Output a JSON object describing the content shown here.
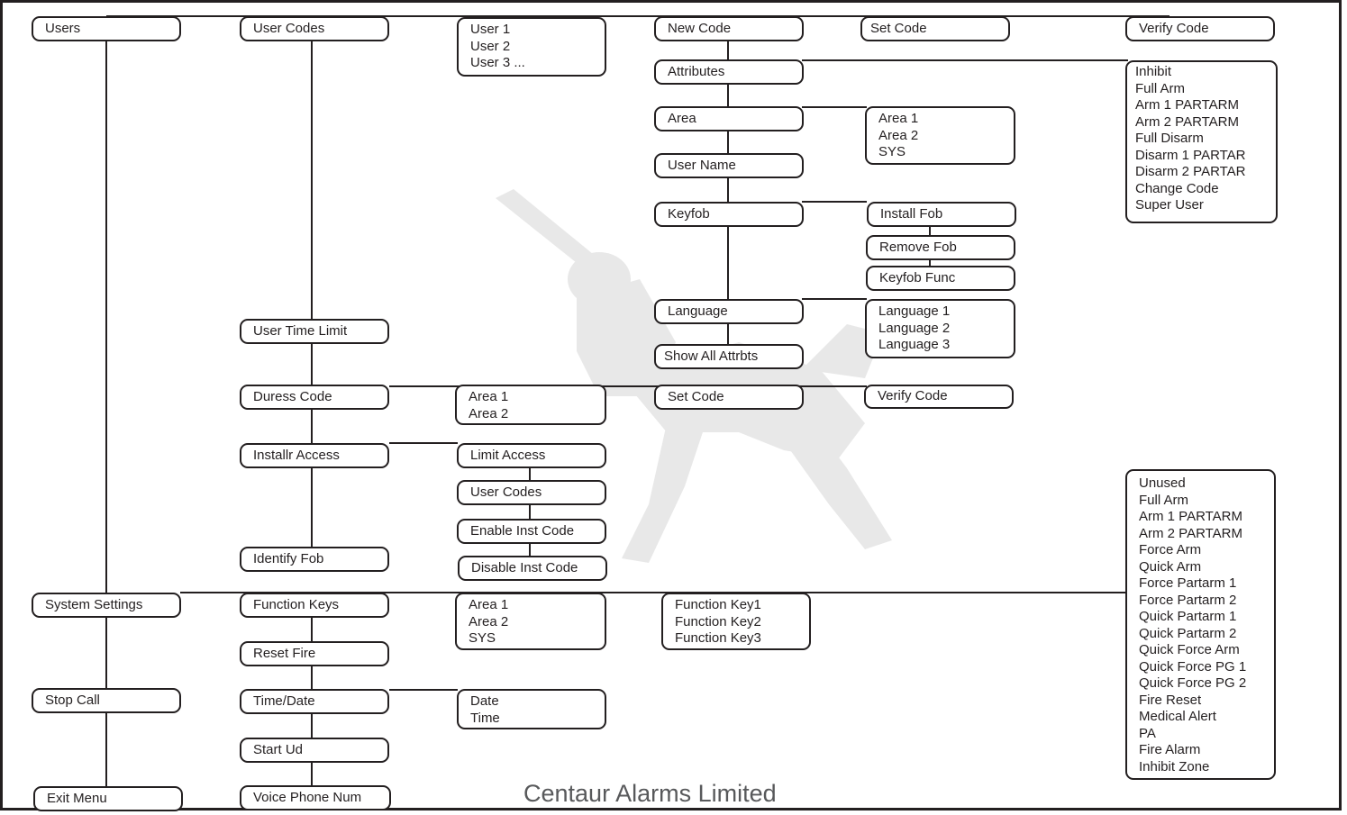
{
  "company": "Centaur Alarms Limited",
  "boxes": {
    "users": "Users",
    "system_settings": "System Settings",
    "stop_call": "Stop Call",
    "exit_menu": "Exit Menu",
    "user_codes": "User Codes",
    "user_time_limit": "User Time Limit",
    "duress_code": "Duress Code",
    "installr_access": "Installr Access",
    "identify_fob": "Identify Fob",
    "function_keys": "Function Keys",
    "reset_fire": "Reset Fire",
    "time_date": "Time/Date",
    "start_ud": "Start Ud",
    "voice_phone_num": "Voice Phone Num",
    "user_list": [
      "User 1",
      "User 2",
      "User 3 ..."
    ],
    "duress_areas": [
      "Area 1",
      "Area 2"
    ],
    "limit_access": "Limit Access",
    "inst_user_codes": "User Codes",
    "enable_inst_code": "Enable Inst Code",
    "disable_inst_code": "Disable Inst Code",
    "fk_areas": [
      "Area 1",
      "Area 2",
      "SYS"
    ],
    "date_time": [
      "Date",
      "Time"
    ],
    "new_code": "New Code",
    "attributes": "Attributes",
    "area": "Area",
    "user_name": "User Name",
    "keyfob": "Keyfob",
    "language": "Language",
    "show_all_attrbts": "Show All Attrbts",
    "duress_set_code": "Set Code",
    "function_key_list": [
      "Function Key1",
      "Function Key2",
      "Function Key3"
    ],
    "set_code": "Set Code",
    "area_list": [
      "Area 1",
      "Area 2",
      "SYS"
    ],
    "install_fob": "Install Fob",
    "remove_fob": "Remove Fob",
    "keyfob_func": "Keyfob Func",
    "language_list": [
      "Language 1",
      "Language 2",
      "Language 3"
    ],
    "duress_verify_code": "Verify Code",
    "verify_code": "Verify Code",
    "attribute_list": [
      "Inhibit",
      "Full Arm",
      "Arm 1 PARTARM",
      "Arm 2 PARTARM",
      "Full Disarm",
      "Disarm 1 PARTAR",
      "Disarm 2 PARTAR",
      "Change Code",
      "Super User"
    ],
    "function_list": [
      "Unused",
      "Full Arm",
      "Arm 1 PARTARM",
      "Arm 2 PARTARM",
      "Force Arm",
      "Quick Arm",
      "Force Partarm 1",
      "Force Partarm 2",
      "Quick Partarm 1",
      "Quick Partarm 2",
      "Quick Force Arm",
      "Quick Force PG 1",
      "Quick Force PG 2",
      "Fire Reset",
      "Medical Alert",
      "PA",
      "Fire Alarm",
      "Inhibit Zone"
    ]
  }
}
